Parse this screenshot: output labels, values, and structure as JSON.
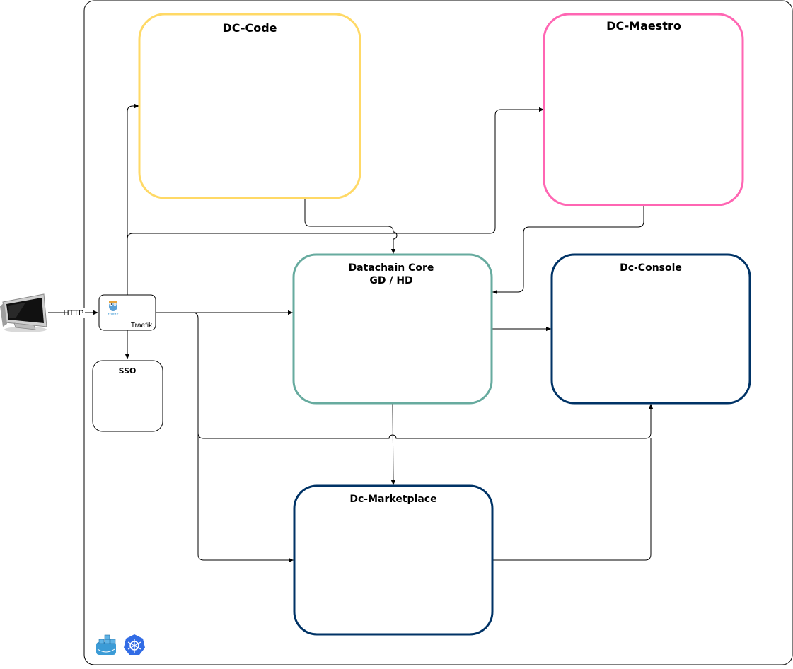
{
  "nodes": {
    "dc_code": {
      "title": "DC-Code",
      "color": "#ffd966"
    },
    "dc_maestro": {
      "title": "DC-Maestro",
      "color": "#ff66b3"
    },
    "datachain_core": {
      "title_line1": "Datachain Core",
      "title_line2": "GD / HD",
      "color": "#67ab9f"
    },
    "dc_console": {
      "title": "Dc-Console",
      "color": "#003366"
    },
    "dc_marketplace": {
      "title": "Dc-Marketplace",
      "color": "#003366"
    },
    "sso": {
      "title": "SSO",
      "color": "#000000"
    },
    "traefik": {
      "title": "Traefik",
      "logo_text": "træfik",
      "color": "#000000"
    }
  },
  "edges": {
    "http_label": "HTTP"
  },
  "icons": {
    "client": "computer-monitor-icon",
    "traefik_logo": "traefik-gopher-icon",
    "docker": "docker-icon",
    "kubernetes": "kubernetes-icon"
  }
}
